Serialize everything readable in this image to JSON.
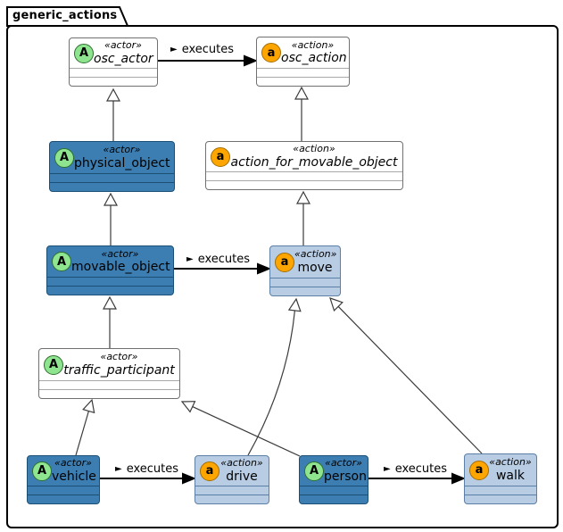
{
  "frame": {
    "title": "generic_actions"
  },
  "colors": {
    "actor_node_fill": "#3D7EB2",
    "action_node_fill": "#B8CCE4",
    "plain_node_fill": "#FFFFFF",
    "actor_badge_fill": "#8FE58F",
    "action_badge_fill": "#FFA500",
    "edge_color": "#3B3B3B"
  },
  "nodes": {
    "osc_actor": {
      "badge": "A",
      "stereotype": "«actor»",
      "name": "osc_actor"
    },
    "osc_action": {
      "badge": "a",
      "stereotype": "«action»",
      "name": "osc_action"
    },
    "physical_object": {
      "badge": "A",
      "stereotype": "«actor»",
      "name": "physical_object"
    },
    "action_for_movable_object": {
      "badge": "a",
      "stereotype": "«action»",
      "name": "action_for_movable_object"
    },
    "movable_object": {
      "badge": "A",
      "stereotype": "«actor»",
      "name": "movable_object"
    },
    "move": {
      "badge": "a",
      "stereotype": "«action»",
      "name": "move"
    },
    "traffic_participant": {
      "badge": "A",
      "stereotype": "«actor»",
      "name": "traffic_participant"
    },
    "vehicle": {
      "badge": "A",
      "stereotype": "«actor»",
      "name": "vehicle"
    },
    "drive": {
      "badge": "a",
      "stereotype": "«action»",
      "name": "drive"
    },
    "person": {
      "badge": "A",
      "stereotype": "«actor»",
      "name": "person"
    },
    "walk": {
      "badge": "a",
      "stereotype": "«action»",
      "name": "walk"
    }
  },
  "edges": {
    "executes_icon": "►",
    "executes_labels": [
      "executes",
      "executes",
      "executes",
      "executes"
    ]
  }
}
